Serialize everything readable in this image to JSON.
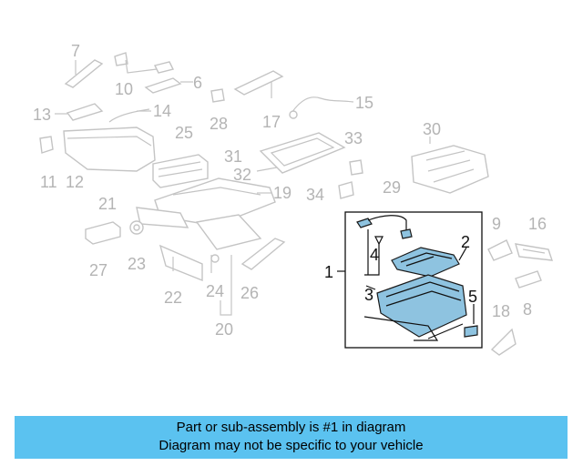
{
  "diagram": {
    "callouts": {
      "c1": "1",
      "c2": "2",
      "c3": "3",
      "c4": "4",
      "c5": "5",
      "c6": "6",
      "c7": "7",
      "c8": "8",
      "c9": "9",
      "c10": "10",
      "c11": "11",
      "c12": "12",
      "c13": "13",
      "c14": "14",
      "c15": "15",
      "c16": "16",
      "c17": "17",
      "c18": "18",
      "c19": "19",
      "c20": "20",
      "c21": "21",
      "c22": "22",
      "c23": "23",
      "c24": "24",
      "c25": "25",
      "c26": "26",
      "c27": "27",
      "c28": "28",
      "c29": "29",
      "c30": "30",
      "c31": "31",
      "c32": "32",
      "c33": "33",
      "c34": "34"
    },
    "colors": {
      "highlight": "#8ec3e0",
      "muted": "#b4b4b4",
      "banner": "#5bc2f0"
    }
  },
  "footer": {
    "line1": "Part or sub-assembly is #1 in diagram",
    "line2": "Diagram may not be specific to your vehicle"
  }
}
